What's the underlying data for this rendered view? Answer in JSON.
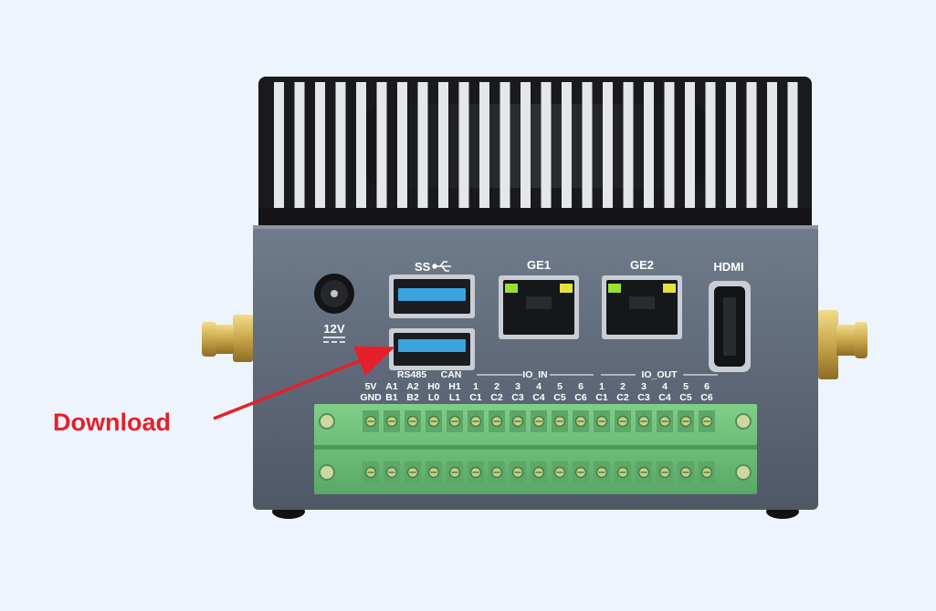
{
  "callout": {
    "label": "Download",
    "color": "#e5202a"
  },
  "ports": {
    "usb_logo": "SS",
    "power_label": "12V",
    "ge1_label": "GE1",
    "ge2_label": "GE2",
    "hdmi_label": "HDMI"
  },
  "terminal_headers": {
    "rs485": "RS485",
    "can": "CAN",
    "io_in": "IO_IN",
    "io_out": "IO_OUT"
  },
  "pin_labels_top": [
    "5V",
    "A1",
    "A2",
    "H0",
    "H1",
    "1",
    "2",
    "3",
    "4",
    "5",
    "6",
    "1",
    "2",
    "3",
    "4",
    "5",
    "6"
  ],
  "pin_labels_bottom": [
    "GND",
    "B1",
    "B2",
    "L0",
    "L1",
    "C1",
    "C2",
    "C3",
    "C4",
    "C5",
    "C6",
    "C1",
    "C2",
    "C3",
    "C4",
    "C5",
    "C6"
  ],
  "colors": {
    "background": "#eef4fb",
    "chassis": "#5d6878",
    "heatsink": "#1c1c1e",
    "terminal_green": "#6fc07a",
    "usb_blue": "#3aa3e0",
    "led_green": "#9be030",
    "led_yellow": "#e2e23a",
    "antenna_gold": "#c9a64a"
  }
}
